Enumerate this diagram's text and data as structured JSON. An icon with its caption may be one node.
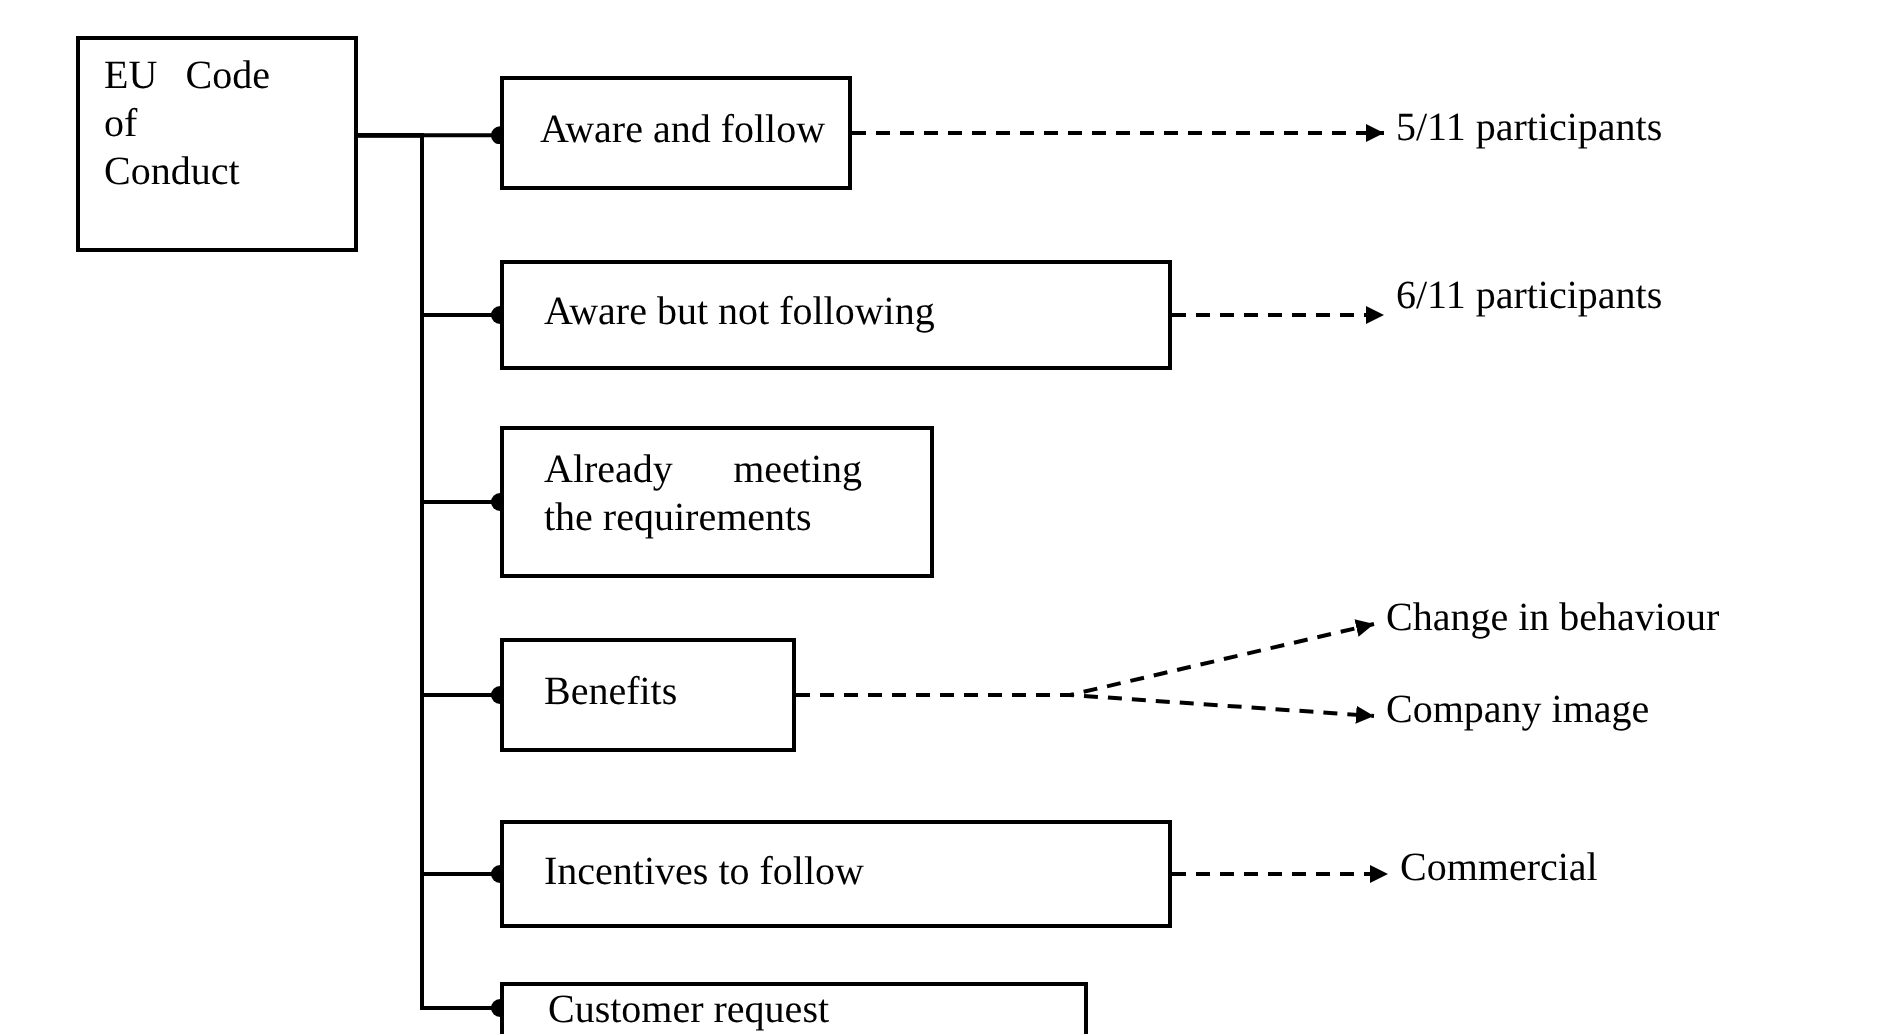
{
  "diagram": {
    "nodes": [
      {
        "text": [
          "EU Code of Conduct"
        ]
      },
      {
        "text": [
          "Aware and follow"
        ]
      },
      {
        "text": [
          "Aware but not following"
        ]
      },
      {
        "text": [
          "Already meeting the requirements"
        ]
      },
      {
        "text": [
          "Benefits"
        ]
      },
      {
        "text": [
          "Incentives to follow"
        ]
      },
      {
        "text": [
          "Customer request"
        ]
      },
      {
        "text": [
          "5/11 participants"
        ]
      },
      {
        "text": [
          "6/11 participants"
        ]
      },
      {
        "text": [
          "Change in behaviour"
        ]
      },
      {
        "text": [
          "Company image"
        ]
      },
      {
        "text": [
          "Commercial"
        ]
      }
    ],
    "edges": [
      {
        "from": 0,
        "to": 1,
        "arrow": "other"
      },
      {
        "from": 0,
        "to": 2,
        "arrow": "other"
      },
      {
        "from": 0,
        "to": 3,
        "arrow": "other"
      },
      {
        "from": 0,
        "to": 4,
        "arrow": "other"
      },
      {
        "from": 0,
        "to": 5,
        "arrow": "other"
      },
      {
        "from": 0,
        "to": 6,
        "arrow": "other"
      },
      {
        "from": 1,
        "to": 7,
        "arrow": "to",
        "style": "dashed"
      },
      {
        "from": 2,
        "to": 8,
        "arrow": "to",
        "style": "dashed"
      },
      {
        "from": 4,
        "to": 9,
        "arrow": "to",
        "style": "dashed"
      },
      {
        "from": 4,
        "to": 10,
        "arrow": "to",
        "style": "dashed"
      },
      {
        "from": 5,
        "to": 11,
        "arrow": "to",
        "style": "dashed"
      }
    ]
  }
}
